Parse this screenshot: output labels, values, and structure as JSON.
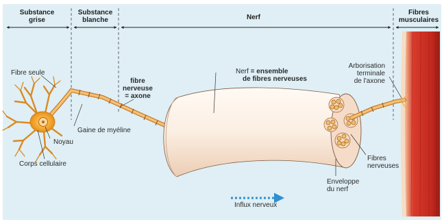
{
  "headers": {
    "substance_grise": [
      "Substance",
      "grise"
    ],
    "substance_blanche": [
      "Substance",
      "blanche"
    ],
    "nerf": "Nerf",
    "fibres_musculaires": [
      "Fibres",
      "musculaires"
    ]
  },
  "labels": {
    "fibre_seule": "Fibre seule",
    "noyau": "Noyau",
    "corps_cellulaire": "Corps cellulaire",
    "gaine_myeline": "Gaine de myéline",
    "fibre_nerveuse": [
      "fibre",
      "nerveuse",
      "= axone"
    ],
    "nerf_ensemble_prefix": "Nerf",
    "nerf_ensemble_rest": " = ensemble",
    "nerf_ensemble_line2": "de fibres nerveuses",
    "arborisation": [
      "Arborisation",
      "terminale",
      "de l'axone"
    ],
    "fibres_nerveuses": [
      "Fibres",
      "nerveuses"
    ],
    "enveloppe": [
      "Enveloppe",
      "du nerf"
    ],
    "influx": "Influx nerveux"
  },
  "colors": {
    "background": "#dfeff5",
    "nerve_body": "#fbeee2",
    "axon": "#e8a53c",
    "cell_body": "#f2a229",
    "muscle": "#d83a2b",
    "arrow": "#2f8fd0"
  }
}
